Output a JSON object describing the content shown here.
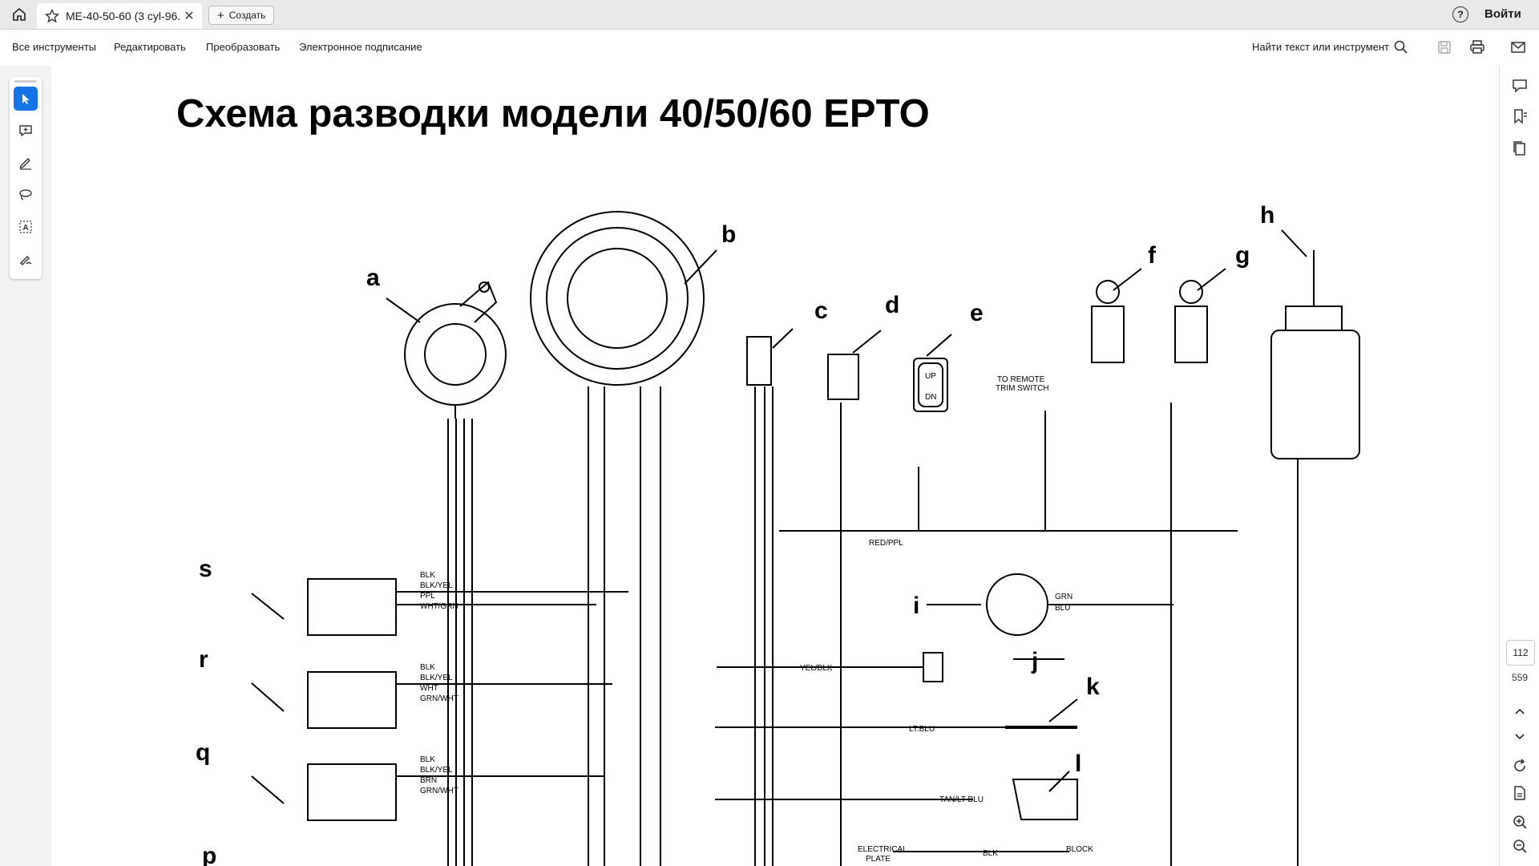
{
  "tabbar": {
    "home_icon": "home-icon",
    "tab_title": "ME-40-50-60 (3 cyl-96...",
    "create_label": "Создать",
    "signin_label": "Войти"
  },
  "toolbar": {
    "all_tools": "Все инструменты",
    "edit": "Редактировать",
    "convert": "Преобразовать",
    "esign": "Электронное подписание",
    "find": "Найти текст или инструмент"
  },
  "quick_tools": [
    "select-icon",
    "comment-icon",
    "draw-icon",
    "lasso-icon",
    "text-select-icon",
    "sign-icon"
  ],
  "document": {
    "title": "Схема разводки модели 40/50/60 EPTO",
    "callouts": [
      "a",
      "b",
      "c",
      "d",
      "e",
      "f",
      "g",
      "h",
      "i",
      "j",
      "k",
      "l",
      "p",
      "q",
      "r",
      "s"
    ],
    "wire_labels": {
      "remote": "TO REMOTE",
      "trim_switch": "TRIM SWITCH",
      "elec_plate1": "ELECTRICAL",
      "elec_plate2": "PLATE",
      "block": "BLOCK",
      "blk": "BLK",
      "blk_yel": "BLK/YEL",
      "ppl": "PPL",
      "wht_grn": "WHT/GRN",
      "wht": "WHT",
      "grn_wht": "GRN/WHT",
      "brn": "BRN",
      "red_ppl": "RED/PPL",
      "yel_blk": "YEL/BLK",
      "lt_blu": "LT.BLU",
      "tan_lt_blu": "TAN/LT BLU",
      "grn": "GRN",
      "blu": "BLU",
      "up": "UP",
      "dn": "DN"
    }
  },
  "right_rail": {
    "page_current": "112",
    "page_total": "559"
  }
}
